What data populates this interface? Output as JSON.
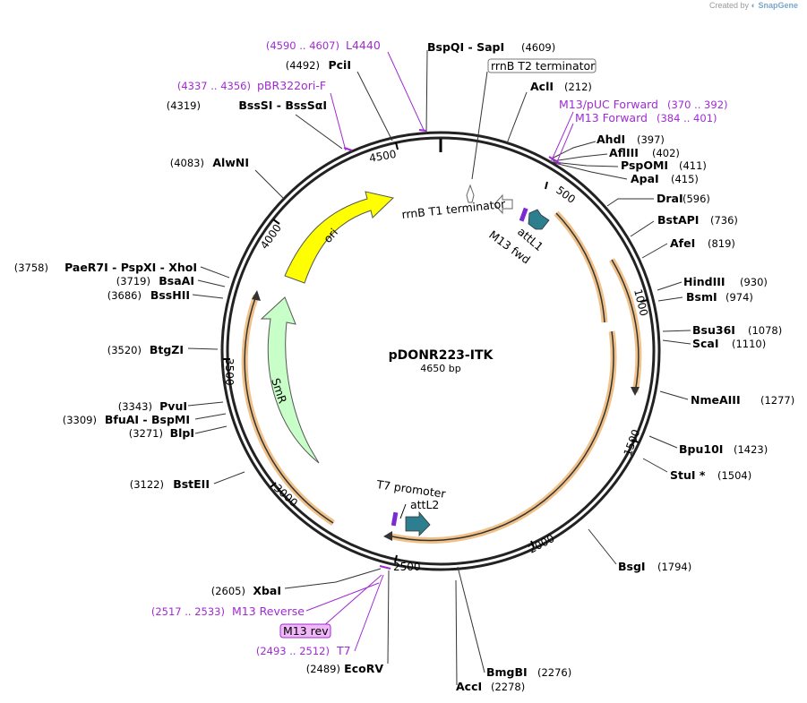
{
  "credit": {
    "prefix": "Created by",
    "brand": "SnapGene"
  },
  "plasmid": {
    "name": "pDONR223-ITK",
    "length_label": "4650 bp",
    "length": 4650
  },
  "colors": {
    "primer": "#a02bd3",
    "orf": "#e8a04a",
    "ori": "#ffff00",
    "smr": "#c8ffc8",
    "att": "#2d7f8f",
    "box_label": "#f0b8f8"
  },
  "ticks": [
    "500",
    "1000",
    "1500",
    "2000",
    "2500",
    "3000",
    "3500",
    "4000",
    "4500"
  ],
  "sites": [
    {
      "name": "BspQI",
      "name2": "SapI",
      "pos": "(4609)"
    },
    {
      "name": "AclI",
      "pos": "(212)"
    },
    {
      "name": "AhdI",
      "pos": "(397)"
    },
    {
      "name": "AflIII",
      "pos": "(402)"
    },
    {
      "name": "PspOMI",
      "pos": "(411)"
    },
    {
      "name": "ApaI",
      "pos": "(415)"
    },
    {
      "name": "DraI",
      "pos": "(596)"
    },
    {
      "name": "BstAPI",
      "pos": "(736)"
    },
    {
      "name": "AfeI",
      "pos": "(819)"
    },
    {
      "name": "HindIII",
      "pos": "(930)"
    },
    {
      "name": "BsmI",
      "pos": "(974)"
    },
    {
      "name": "Bsu36I",
      "pos": "(1078)"
    },
    {
      "name": "ScaI",
      "pos": "(1110)"
    },
    {
      "name": "NmeAIII",
      "pos": "(1277)"
    },
    {
      "name": "Bpu10I",
      "pos": "(1423)"
    },
    {
      "name": "StuI *",
      "pos": "(1504)"
    },
    {
      "name": "BsgI",
      "pos": "(1794)"
    },
    {
      "name": "BmgBI",
      "pos": "(2276)"
    },
    {
      "name": "AccI",
      "pos": "(2278)"
    },
    {
      "name": "EcoRV",
      "pos": "(2489)"
    },
    {
      "name": "XbaI",
      "pos": "(2605)"
    },
    {
      "name": "BstEII",
      "pos": "(3122)"
    },
    {
      "name": "BlpI",
      "pos": "(3271)"
    },
    {
      "name": "BfuAI",
      "name2": "BspMI",
      "pos": "(3309)"
    },
    {
      "name": "PvuI",
      "pos": "(3343)"
    },
    {
      "name": "BtgZI",
      "pos": "(3520)"
    },
    {
      "name": "BssHII",
      "pos": "(3686)"
    },
    {
      "name": "BsaAI",
      "pos": "(3719)"
    },
    {
      "name": "PaeR7I",
      "name2": "PspXI",
      "name3": "XhoI",
      "pos": "(3758)"
    },
    {
      "name": "AlwNI",
      "pos": "(4083)"
    },
    {
      "name": "BssSI",
      "name2": "BssSαI",
      "pos": "(4319)"
    },
    {
      "name": "PciI",
      "pos": "(4492)"
    }
  ],
  "primers": [
    {
      "name": "L4440",
      "range": "(4590 .. 4607)"
    },
    {
      "name": "pBR322ori-F",
      "range": "(4337 .. 4356)"
    },
    {
      "name": "M13/pUC Forward",
      "range": "(370 .. 392)"
    },
    {
      "name": "M13 Forward",
      "range": "(384 .. 401)"
    },
    {
      "name": "M13 Reverse",
      "range": "(2517 .. 2533)"
    },
    {
      "name": "T7",
      "range": "(2493 .. 2512)"
    }
  ],
  "boxed_labels": {
    "rrnb_t2": "rrnB T2 terminator",
    "m13_rev": "M13 rev"
  },
  "features": {
    "rrnb_t1": "rrnB T1 terminator",
    "attl1": "attL1",
    "m13_fwd": "M13 fwd",
    "t7_promoter": "T7 promoter",
    "attl2": "attL2",
    "ori": "ori",
    "smr": "SmR"
  }
}
